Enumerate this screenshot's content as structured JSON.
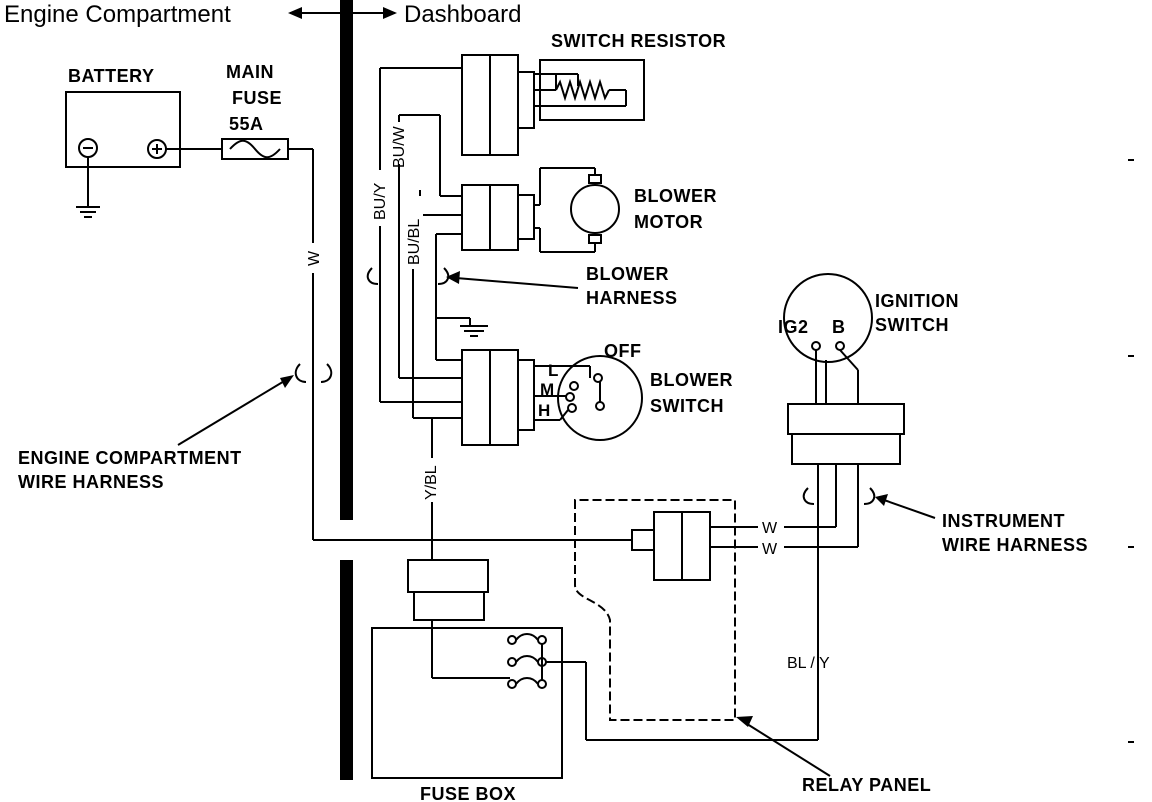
{
  "header": {
    "left": "Engine Compartment",
    "right": "Dashboard"
  },
  "components": {
    "battery": "BATTERY",
    "main_fuse": [
      "MAIN",
      "FUSE",
      "55A"
    ],
    "switch_resistor": "SWITCH RESISTOR",
    "blower_motor": [
      "BLOWER",
      "MOTOR"
    ],
    "blower_harness": [
      "BLOWER",
      "HARNESS"
    ],
    "ignition_switch": [
      "IGNITION",
      "SWITCH"
    ],
    "ignition_terminals": [
      "IG2",
      "B"
    ],
    "blower_switch": [
      "BLOWER",
      "SWITCH"
    ],
    "blower_switch_positions": [
      "OFF",
      "L",
      "M",
      "H"
    ],
    "engine_harness": [
      "ENGINE COMPARTMENT",
      "WIRE HARNESS"
    ],
    "instrument_harness": [
      "INSTRUMENT",
      "WIRE HARNESS"
    ],
    "fuse_box": "FUSE BOX",
    "relay_panel": "RELAY PANEL"
  },
  "wires": {
    "bu_w": "BU/W",
    "bu_y": "BU/Y",
    "bu_bl": "BU/BL",
    "battery_feed": "W",
    "y_bl": "Y/BL",
    "relay_w1": "W",
    "relay_w2": "W",
    "bl_y": "BL / Y"
  }
}
